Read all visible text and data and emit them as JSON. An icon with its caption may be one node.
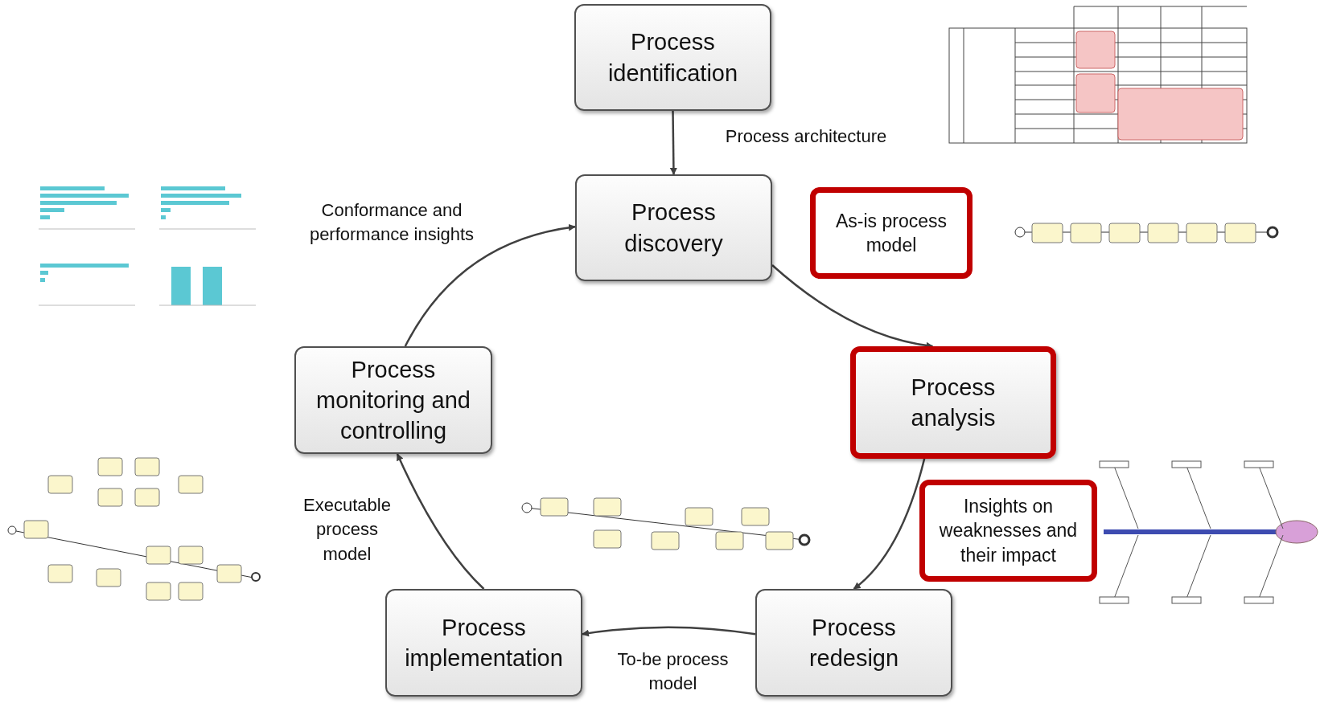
{
  "diagram": {
    "nodes": [
      {
        "text": [
          "Process identification"
        ]
      },
      {
        "text": [
          "Process discovery"
        ]
      },
      {
        "text": [
          "As-is process model"
        ]
      },
      {
        "text": [
          "Process analysis"
        ]
      },
      {
        "text": [
          "Insights on weaknesses and their impact"
        ]
      },
      {
        "text": [
          "Process redesign"
        ]
      },
      {
        "text": [
          "Process implementation"
        ]
      },
      {
        "text": [
          "Process monitoring and controlling"
        ]
      }
    ],
    "edges": [
      {
        "from": 0,
        "to": 1,
        "arrow": "to",
        "label": "Process architecture"
      },
      {
        "from": 1,
        "to": 3,
        "arrow": "to"
      },
      {
        "from": 3,
        "to": 5,
        "arrow": "to"
      },
      {
        "from": 5,
        "to": 6,
        "arrow": "to",
        "label": "To-be process model"
      },
      {
        "from": 6,
        "to": 7,
        "arrow": "to",
        "label": "Executable process model"
      },
      {
        "from": 7,
        "to": 1,
        "arrow": "to",
        "label": "Conformance and performance insights"
      }
    ]
  }
}
